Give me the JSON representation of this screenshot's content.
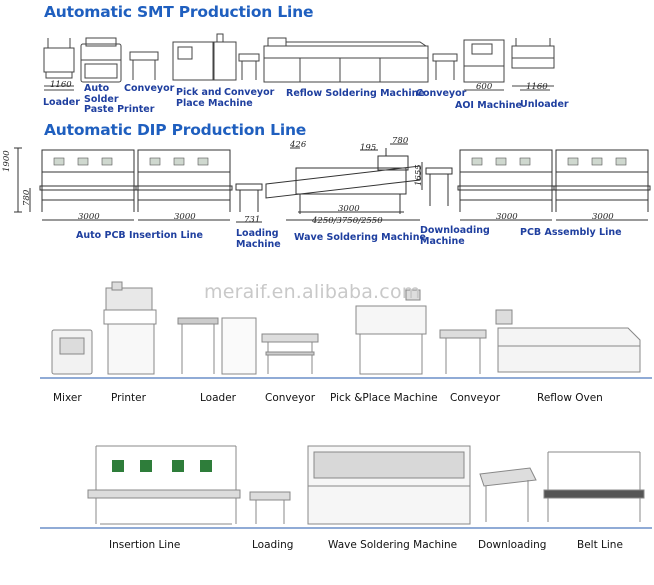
{
  "smt": {
    "title": "Automatic SMT Production Line",
    "labels": {
      "loader": "Loader",
      "printer": "Auto\nSolder\nPaste Printer",
      "conveyor1": "Conveyor",
      "pick_place": "Pick and\nPlace Machine",
      "conveyor2": "Conveyor",
      "reflow": "Reflow Soldering Machine",
      "conveyor3": "Conveyor",
      "aoi": "AOI Machine",
      "unloader": "Unloader"
    },
    "dims": {
      "loader": "1160",
      "aoi": "600",
      "unloader": "1160"
    }
  },
  "dip": {
    "title": "Automatic DIP Production Line",
    "labels": {
      "insertion": "Auto PCB Insertion Line",
      "loading": "Loading\nMachine",
      "wave": "Wave Soldering Machine",
      "downloading": "Downloading\nMachine",
      "assembly": "PCB Assembly Line"
    },
    "dims": {
      "h1900": "1900",
      "h780": "780",
      "w3000a": "3000",
      "w3000b": "3000",
      "w731": "731",
      "d426": "426",
      "d195": "195",
      "d780": "780",
      "d3000": "3000",
      "wave_len": "4250/3750/2550",
      "w1655": "1655",
      "w3000c": "3000",
      "w3000d": "3000"
    }
  },
  "watermark": "meraif.en.alibaba.com",
  "photos_row1": {
    "mixer": "Mixer",
    "printer": "Printer",
    "loader": "Loader",
    "conveyor1": "Conveyor",
    "pick_place": "Pick &Place Machine",
    "conveyor2": "Conveyor",
    "reflow": "Reflow Oven"
  },
  "photos_row2": {
    "insertion": "Insertion Line",
    "loading": "Loading",
    "wave": "Wave Soldering Machine",
    "downloading": "Downloading",
    "belt": "Belt Line"
  },
  "colors": {
    "title_blue": "#1f5fbf",
    "label_blue": "#1f3f9f",
    "divider_blue": "#6b8fc9",
    "panel_green": "#2e7d3a"
  }
}
